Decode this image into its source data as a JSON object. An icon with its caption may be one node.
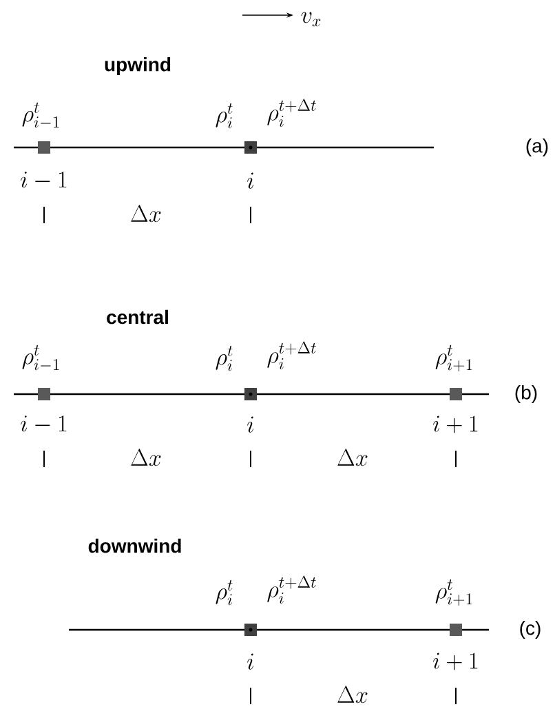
{
  "diagram": {
    "labels": [
      "v_{x}",
      "upwind",
      "\\rho^{t}_{i-1}",
      "\\rho^{t}_{i}",
      "\\rho^{t+\\Delta t}_{i}",
      "(a)",
      "i-1",
      "i",
      "\\Delta x",
      "central",
      "\\rho^{t}_{i-1}",
      "\\rho^{t}_{i}",
      "\\rho^{t+\\Delta t}_{i}",
      "\\rho^{t}_{i+1}",
      "(b)",
      "i-1",
      "i",
      "i+1",
      "\\Delta x",
      "\\Delta x",
      "downwind",
      "\\rho^{t}_{i}",
      "\\rho^{t+\\Delta t}_{i}",
      "\\rho^{t}_{i+1}",
      "(c)",
      "i",
      "i+1",
      "\\Delta x"
    ]
  }
}
